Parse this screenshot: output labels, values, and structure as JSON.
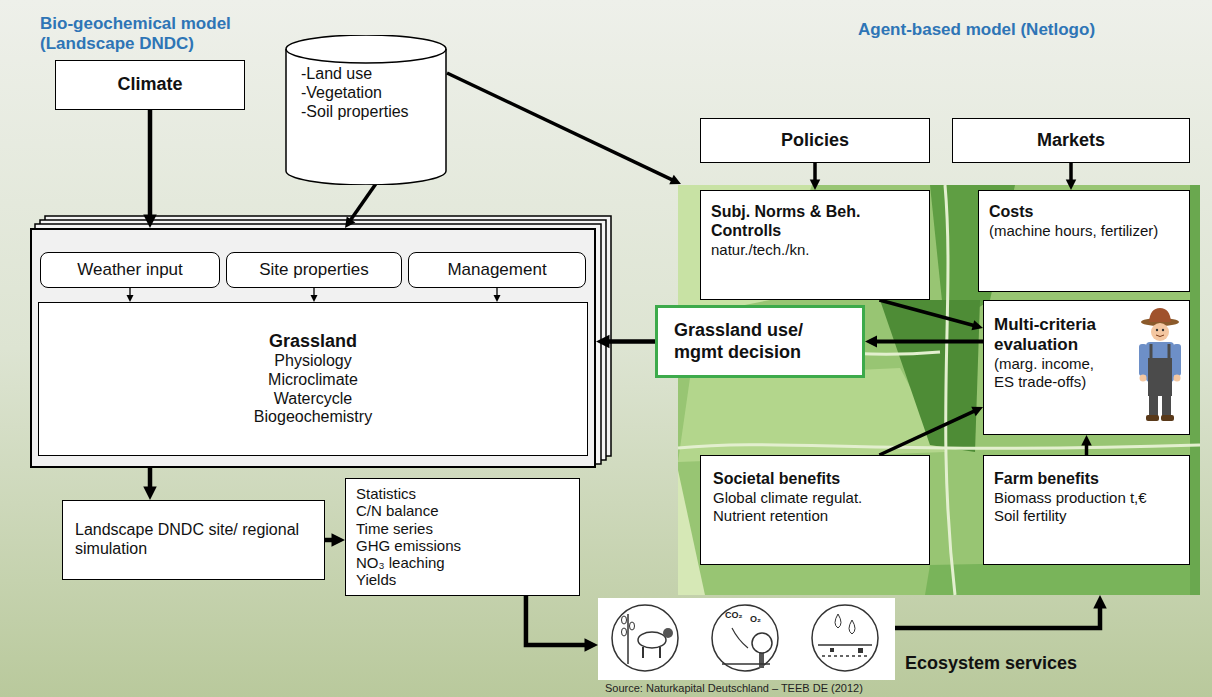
{
  "diagram": {
    "caption": "Source: Naturkapital Deutschland – TEEB DE (2012)",
    "nodes": [
      {
        "text": [
          "Climate"
        ]
      },
      {
        "text": [
          "-Land use",
          "-Vegetation",
          "-Soil properties"
        ]
      },
      {
        "text": [
          "Policies"
        ]
      },
      {
        "text": [
          "Markets"
        ]
      },
      {
        "text": []
      },
      {
        "text": [
          "Weather input"
        ],
        "in": 4
      },
      {
        "text": [
          "Site properties"
        ],
        "in": 4
      },
      {
        "text": [
          "Management"
        ],
        "in": 4
      },
      {
        "text": [
          "Grassland",
          "Physiology",
          "Microclimate",
          "Watercycle",
          "Biogeochemistry"
        ],
        "in": 4
      },
      {
        "text": []
      },
      {
        "text": [
          "Subj. Norms & Beh. Controlls",
          "natur./tech./kn."
        ],
        "in": 9
      },
      {
        "text": [
          "Costs",
          "(machine hours, fertilizer)"
        ],
        "in": 9
      },
      {
        "text": [
          "Grassland use/ mgmt decision"
        ]
      },
      {
        "text": [
          "Multi-criteria evaluation",
          "(marg. income, ES trade-offs)"
        ],
        "in": 9
      },
      {
        "text": [
          "Societal benefits",
          "Global climate regulat.",
          "Nutrient retention"
        ],
        "in": 9
      },
      {
        "text": [
          "Farm benefits",
          "Biomass production t,€",
          "Soil fertility"
        ],
        "in": 9
      },
      {
        "text": [
          "Landscape DNDC site/ regional simulation"
        ]
      },
      {
        "text": [
          "Statistics",
          "C/N balance",
          "Time series",
          "GHG emissions",
          "NO₃ leaching",
          "Yields"
        ]
      },
      {
        "text": [
          "Ecosystem services"
        ]
      }
    ],
    "edges": [
      {
        "from": 0,
        "to": 4,
        "arrow": "to"
      },
      {
        "from": 1,
        "to": 4,
        "arrow": "to"
      },
      {
        "from": 1,
        "to": 9,
        "arrow": "to"
      },
      {
        "from": 2,
        "to": 10,
        "arrow": "to"
      },
      {
        "from": 3,
        "to": 11,
        "arrow": "to"
      },
      {
        "from": 5,
        "to": 8,
        "arrow": "to"
      },
      {
        "from": 6,
        "to": 8,
        "arrow": "to"
      },
      {
        "from": 7,
        "to": 8,
        "arrow": "to"
      },
      {
        "from": 13,
        "to": 12,
        "arrow": "to"
      },
      {
        "from": 12,
        "to": 4,
        "arrow": "to"
      },
      {
        "from": 10,
        "to": 13,
        "arrow": "to"
      },
      {
        "from": 14,
        "to": 13,
        "arrow": "to"
      },
      {
        "from": 15,
        "to": 13,
        "arrow": "to"
      },
      {
        "from": 4,
        "to": 16,
        "arrow": "to"
      },
      {
        "from": 16,
        "to": 17,
        "arrow": "to"
      },
      {
        "from": 17,
        "to": 18,
        "arrow": "to"
      },
      {
        "from": 18,
        "to": 9,
        "arrow": "to"
      }
    ],
    "labels": [
      "Bio-geochemical model (Landscape DNDC)",
      "Agent-based model (Netlogo)",
      "CO₂",
      "O₂"
    ]
  }
}
